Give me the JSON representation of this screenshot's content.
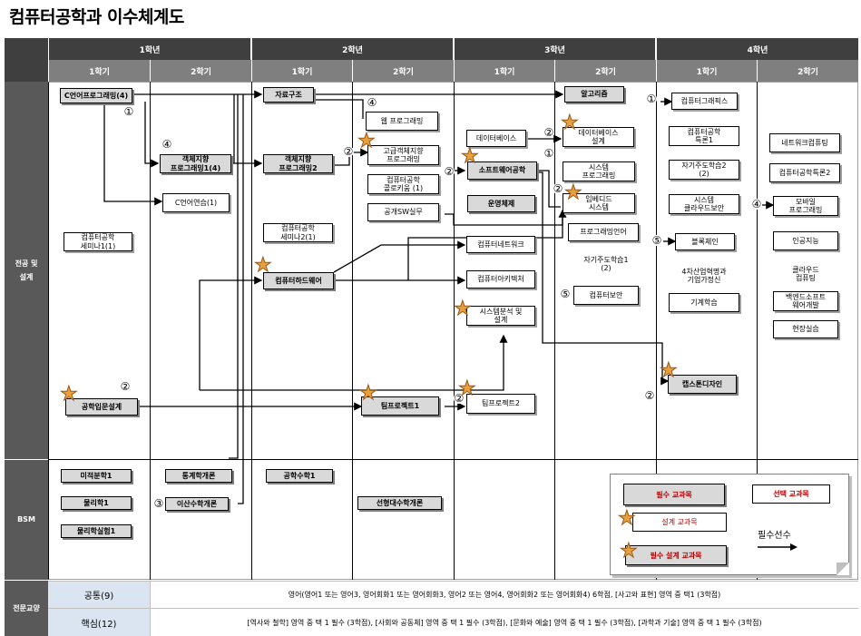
{
  "title": "컴퓨터공학과 이수체계도",
  "years": [
    "1학년",
    "2학년",
    "3학년",
    "4학년"
  ],
  "semesters": [
    "1학기",
    "2학기",
    "1학기",
    "2학기",
    "1학기",
    "2학기",
    "1학기",
    "2학기"
  ],
  "rows": {
    "major": "전공 및\n설계",
    "bsm": "BSM",
    "general": "전문교양"
  },
  "courses": {
    "c_prog": "C언어프로그래밍(4)",
    "c_practice": "C언어연습(1)",
    "cs_seminar1": "컴퓨터공학\n세미나1(1)",
    "eng_design": "공학입문설계",
    "oop1": "객체지향\n프로그래밍1(4)",
    "data_struct": "자료구조",
    "oop2": "객체지향\n프로그래밍2",
    "cs_seminar2": "컴퓨터공학\n세미나2(1)",
    "hw": "컴퓨터하드웨어",
    "web_prog": "웹 프로그래밍",
    "adv_oop": "고급객체지향\n프로그래밍",
    "cs_colloquium": "컴퓨터공학\n콜로키움 (1)",
    "open_sw": "공개SW실무",
    "team_proj1": "팀프로젝트1",
    "database": "데이터베이스",
    "sw_eng": "소프트웨어공학",
    "os": "운영체제",
    "network": "컴퓨터네트워크",
    "architecture": "컴퓨터아키텍처",
    "sys_analysis": "시스템분석 및\n설계",
    "team_proj2": "팀프로젝트2",
    "algorithm": "알고리즘",
    "db_design": "데이터베이스\n설계",
    "sys_prog": "시스템\n프로그래밍",
    "embedded": "임베디드\n시스템",
    "prog_lang": "프로그래밍언어",
    "self_study1": "자기주도학습1\n(2)",
    "security": "컴퓨터보안",
    "graphics": "컴퓨터그래픽스",
    "cs_topics1": "컴퓨터공학\n특론1",
    "self_study2": "자기주도학습2\n(2)",
    "cloud_sec": "시스템\n클라우드보안",
    "blockchain": "블록체인",
    "industry4": "4차산업혁명과\n기업가정신",
    "ml": "기계학습",
    "capstone": "캡스톤디자인",
    "net_computing": "네트워크컴퓨팅",
    "cs_topics2": "컴퓨터공학특론2",
    "mobile": "모바일\n프로그래밍",
    "ai": "인공지능",
    "cloud": "클라우드\n컴퓨팅",
    "backend": "백엔드소프트\n웨어개발",
    "field": "현장실습"
  },
  "bsm_courses": {
    "calc": "미적분학1",
    "physics": "물리학1",
    "phys_lab": "물리학실험1",
    "stats": "통계학개론",
    "discrete": "이산수학개론",
    "eng_math": "공학수학1",
    "linear": "선형대수학개론"
  },
  "numbers": {
    "n1": "①",
    "n2": "②",
    "n3": "③",
    "n4": "④",
    "n5": "⑤"
  },
  "general": {
    "common_label": "공통(9)",
    "common_text": "영어(영어1 또는 영어3, 영어회화1 또는 영어회화3, 영어2 또는 영어4, 영어회화2 또는 영어회화4) 6학점, [사고와 표현] 영역 중 택1 (3학점)",
    "core_label": "핵심(12)",
    "core_text": "[역사와 철학] 영역 중 택 1 필수 (3학점), [사회와 공동체] 영역 중 택 1 필수 (3학점), [문화와 예술] 영역 중 택 1 필수 (3학점), [과학과 기술] 영역 중 택 1 필수 (3학점)"
  },
  "legend": {
    "required": "필수 교과목",
    "elective": "선택 교과목",
    "design": "설계 교과목",
    "req_design": "필수 설계 교과목",
    "prereq": "필수선수"
  }
}
